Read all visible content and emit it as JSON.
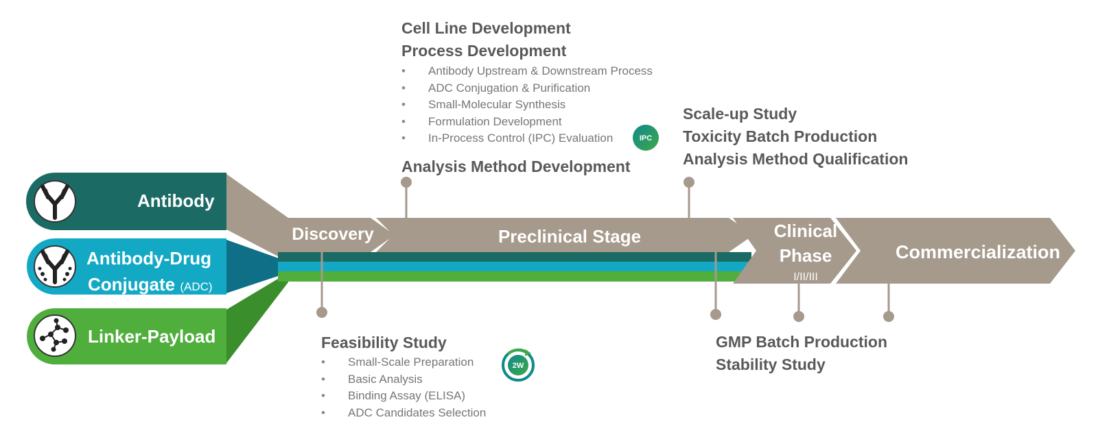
{
  "molecules": [
    {
      "label": "Antibody",
      "icon": "antibody-icon",
      "color": "#1b6b64"
    },
    {
      "label": "Antibody-Drug",
      "label2": "Conjugate",
      "label2_suffix": "(ADC)",
      "icon": "adc-icon",
      "color": "#13a9c5"
    },
    {
      "label": "Linker-Payload",
      "icon": "molecule-network-icon",
      "color": "#4fae3c"
    }
  ],
  "stages": {
    "discovery": "Discovery",
    "preclinical": "Preclinical Stage",
    "clinical_1": "Clinical",
    "clinical_2": "Phase",
    "clinical_sub": "I/II/III",
    "commercial": "Commercialization"
  },
  "top_block": {
    "headings": [
      "Cell Line Development",
      "Process Development"
    ],
    "items": [
      "Antibody Upstream & Downstream Process",
      "ADC Conjugation & Purification",
      "Small-Molecular Synthesis",
      "Formulation Development",
      "In-Process Control (IPC) Evaluation"
    ],
    "badge": "IPC",
    "footer": "Analysis Method Development"
  },
  "scaleup_block": {
    "lines": [
      "Scale-up Study",
      "Toxicity Batch Production",
      "Analysis Method Qualification"
    ]
  },
  "feasibility_block": {
    "heading": "Feasibility Study",
    "items": [
      "Small-Scale Preparation",
      "Basic Analysis",
      "Binding Assay (ELISA)",
      "ADC Candidates Selection"
    ],
    "badge": "2W"
  },
  "gmp_block": {
    "lines": [
      "GMP Batch Production",
      "Stability Study"
    ]
  },
  "colors": {
    "arrow": "#a59a8b",
    "arrow_dark": "#8f8577",
    "teal_dark": "#1b6b64",
    "cyan": "#13a9c5",
    "green": "#4fae3c",
    "text": "#595959"
  }
}
